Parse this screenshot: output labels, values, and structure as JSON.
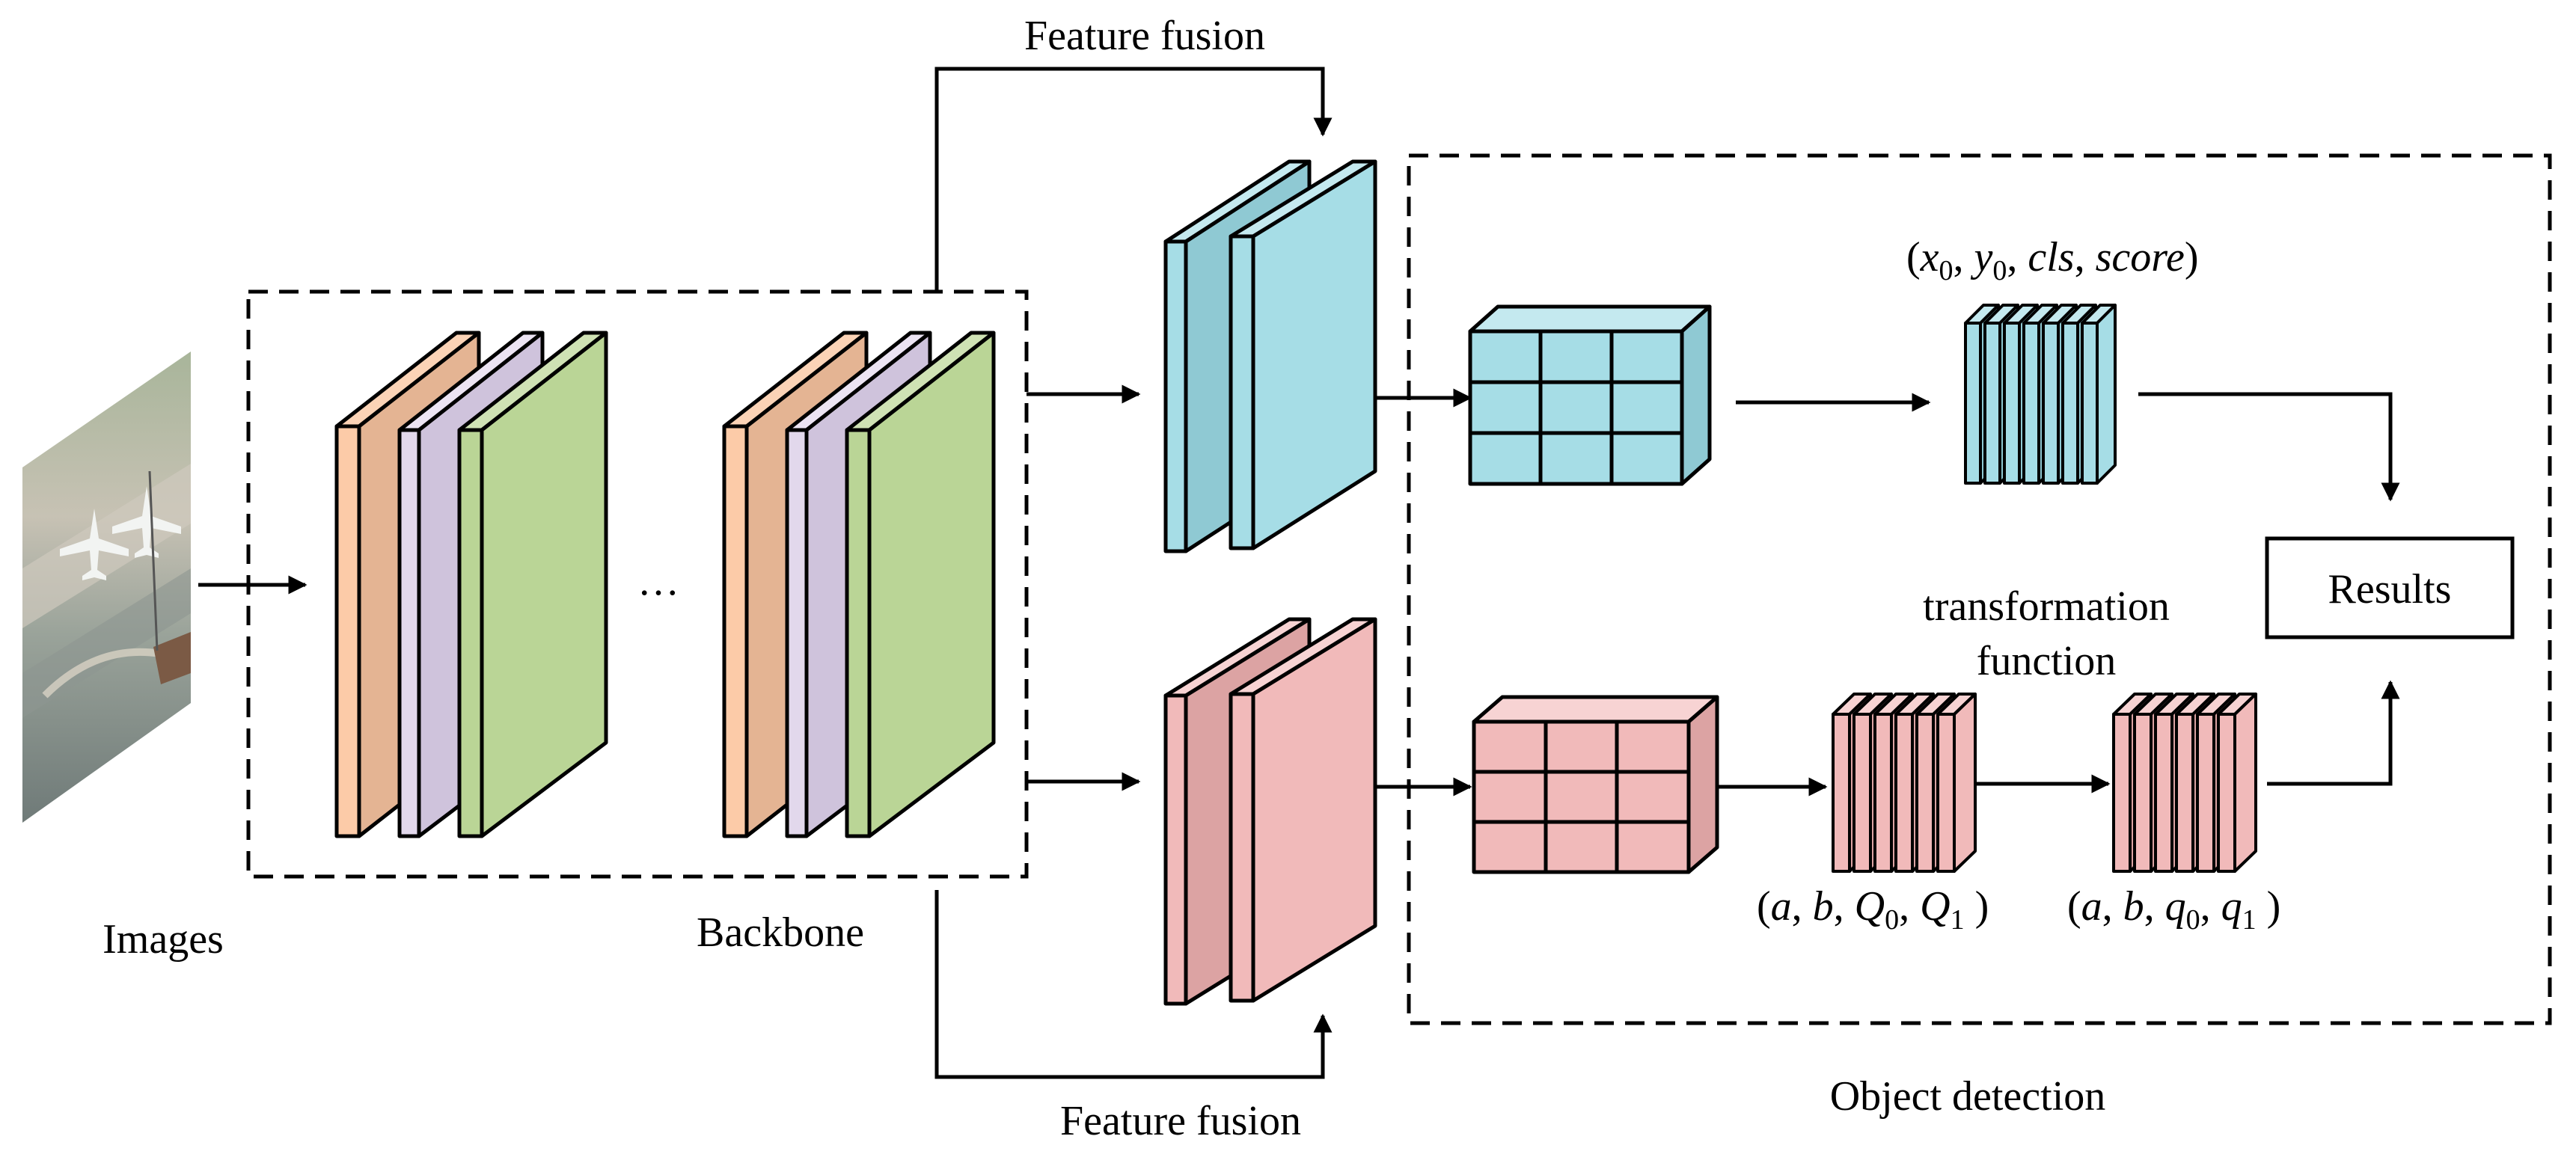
{
  "labels": {
    "images": "Images",
    "backbone": "Backbone",
    "feature_fusion_top": "Feature fusion",
    "feature_fusion_bottom": "Feature fusion",
    "object_detection": "Object detection",
    "results": "Results",
    "transformation_line1": "transformation",
    "transformation_line2": "function",
    "ellipsis": "…"
  },
  "math": {
    "top_output": {
      "open": "(",
      "x": "x",
      "x_sub": "0",
      "sep1": ", ",
      "y": "y",
      "y_sub": "0",
      "sep2": ", ",
      "cls": "cls",
      "sep3": ", ",
      "score": "score",
      "close": ")"
    },
    "bottom_output_a": {
      "open": "(",
      "a": "a",
      "sep1": ", ",
      "b": "b",
      "sep2": ", ",
      "Q0": "Q",
      "Q0_sub": "0",
      "sep3": ", ",
      "Q1": "Q",
      "Q1_sub": "1",
      "close": " )"
    },
    "bottom_output_b": {
      "open": "(",
      "a": "a",
      "sep1": ", ",
      "b": "b",
      "sep2": ", ",
      "q0": "q",
      "q0_sub": "0",
      "sep3": ", ",
      "q1": "q",
      "q1_sub": "1",
      "close": " )"
    }
  },
  "colors": {
    "orange": "#FCCBA8",
    "lavender": "#E2D8EC",
    "green": "#BAD596",
    "blue": "#A6DDE6",
    "pink": "#F1BABA",
    "stroke": "#000000"
  },
  "icons": {
    "input_image": "aerial-airport-photo"
  }
}
